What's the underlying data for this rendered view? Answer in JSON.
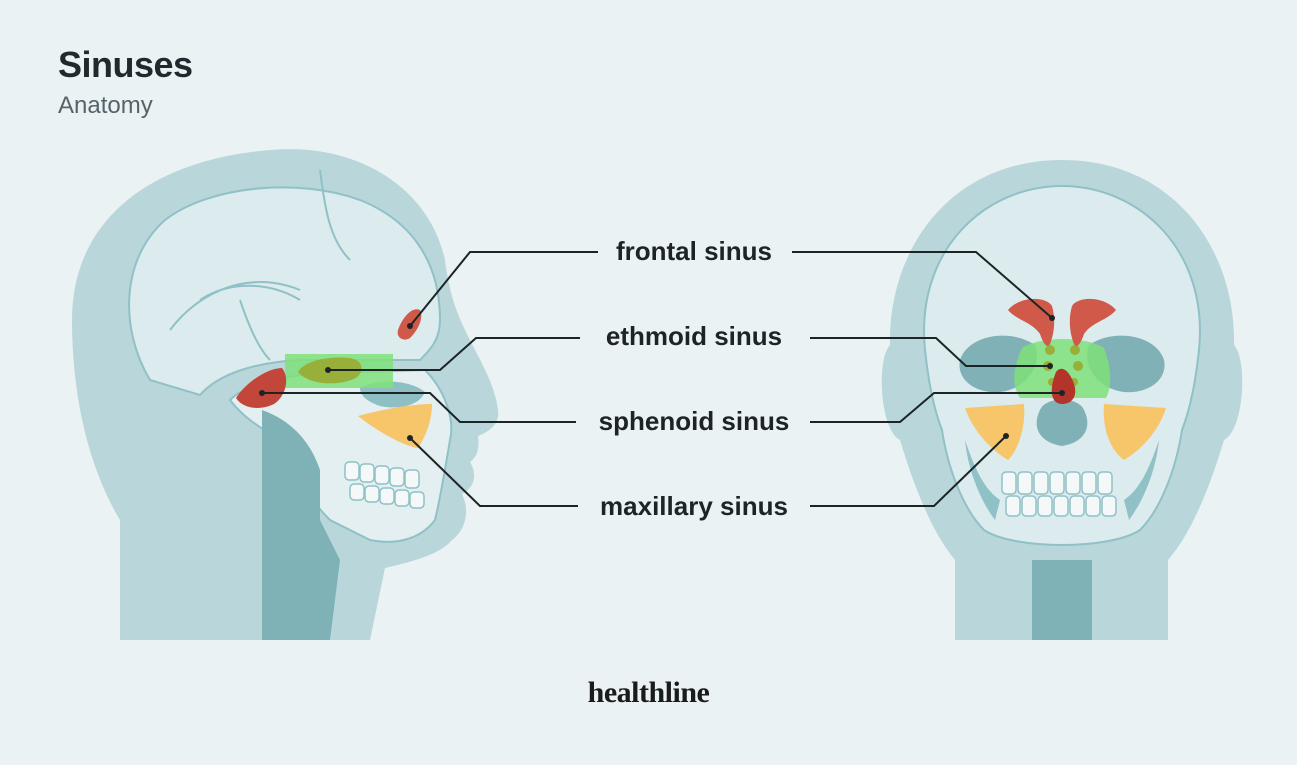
{
  "header": {
    "title": "Sinuses",
    "subtitle": "Anatomy"
  },
  "labels": {
    "frontal": "frontal sinus",
    "ethmoid": "ethmoid sinus",
    "sphenoid": "sphenoid sinus",
    "maxillary": "maxillary sinus"
  },
  "footer": {
    "brand": "healthline"
  },
  "colors": {
    "background": "#ebf2f4",
    "head": "#b8d6da",
    "bone": "#e6f0f1",
    "dark_teal": "#7fb1b6",
    "frontal": "#d0594a",
    "ethmoid": "#7fe07a",
    "sphenoid": "#b3342a",
    "maxillary": "#f7c56a",
    "leader_line": "#1d2426"
  }
}
